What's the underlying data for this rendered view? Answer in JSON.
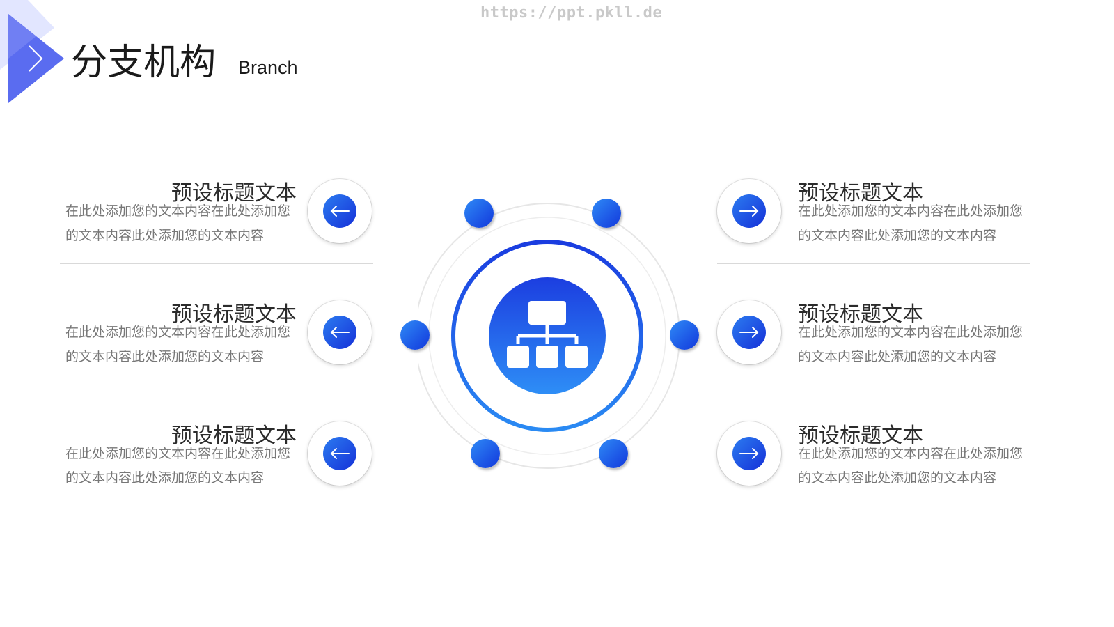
{
  "watermark": "https://ppt.pkll.de",
  "header": {
    "title": "分支机构",
    "subtitle": "Branch"
  },
  "colors": {
    "accent": "#1a3ce0",
    "accent_light": "#2d86f5",
    "logo_light": "#dfe3ff"
  },
  "center": {
    "icon": "org-chart-icon"
  },
  "items": [
    {
      "side": "left",
      "heading": "预设标题文本",
      "desc": "在此处添加您的文本内容在此处添加您的文本内容此处添加您的文本内容",
      "icon": "arrow-left-icon"
    },
    {
      "side": "left",
      "heading": "预设标题文本",
      "desc": "在此处添加您的文本内容在此处添加您的文本内容此处添加您的文本内容",
      "icon": "arrow-left-icon"
    },
    {
      "side": "left",
      "heading": "预设标题文本",
      "desc": "在此处添加您的文本内容在此处添加您的文本内容此处添加您的文本内容",
      "icon": "arrow-left-icon"
    },
    {
      "side": "right",
      "heading": "预设标题文本",
      "desc": "在此处添加您的文本内容在此处添加您的文本内容此处添加您的文本内容",
      "icon": "arrow-right-icon"
    },
    {
      "side": "right",
      "heading": "预设标题文本",
      "desc": "在此处添加您的文本内容在此处添加您的文本内容此处添加您的文本内容",
      "icon": "arrow-right-icon"
    },
    {
      "side": "right",
      "heading": "预设标题文本",
      "desc": "在此处添加您的文本内容在此处添加您的文本内容此处添加您的文本内容",
      "icon": "arrow-right-icon"
    }
  ]
}
